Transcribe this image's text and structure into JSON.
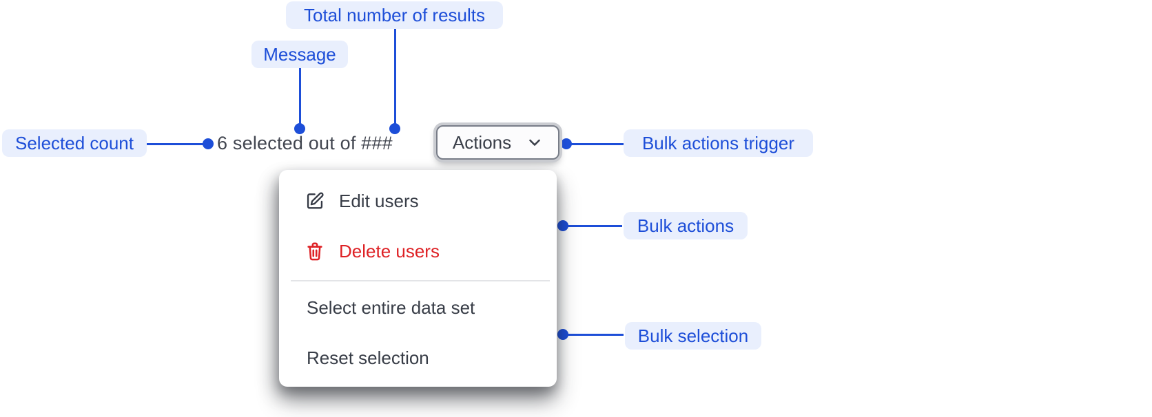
{
  "annotations": {
    "total_results": "Total number of results",
    "message": "Message",
    "selected_count": "Selected count",
    "bulk_actions_trigger": "Bulk actions trigger",
    "bulk_actions": "Bulk actions",
    "bulk_selection": "Bulk selection"
  },
  "component": {
    "message_text": "6 selected out of ###",
    "trigger": {
      "label": "Actions",
      "icon": "chevron-down-icon"
    },
    "menu": {
      "bulk_actions_items": [
        {
          "label": "Edit users",
          "icon": "edit-icon",
          "destructive": false
        },
        {
          "label": "Delete users",
          "icon": "trash-icon",
          "destructive": true
        }
      ],
      "bulk_selection_items": [
        {
          "label": "Select entire data set"
        },
        {
          "label": "Reset selection"
        }
      ]
    }
  },
  "colors": {
    "annotation_blue": "#1d4ed8",
    "annotation_background": "#e9effd",
    "text_dark": "#383d47",
    "message_text": "#41454f",
    "danger_red": "#de2125",
    "divider_gray": "#e3e4e7",
    "button_border": "#787d88",
    "button_ring": "#caccd1"
  }
}
